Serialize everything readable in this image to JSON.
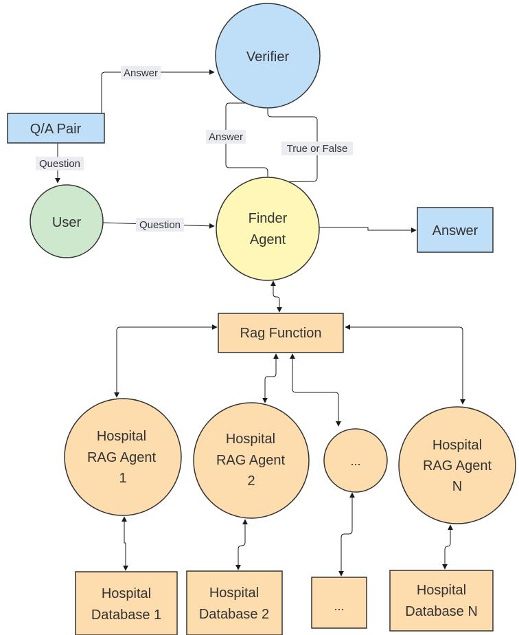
{
  "nodes": {
    "verifier": {
      "label": "Verifier"
    },
    "qa_pair": {
      "label": "Q/A Pair"
    },
    "user": {
      "label": "User"
    },
    "finder_agent": {
      "label": [
        "Finder",
        "Agent"
      ]
    },
    "answer": {
      "label": "Answer"
    },
    "rag_function": {
      "label": "Rag Function"
    },
    "hospital_agent_1": {
      "label": [
        "Hospital",
        "RAG Agent",
        "1"
      ]
    },
    "hospital_agent_2": {
      "label": [
        "Hospital",
        "RAG Agent",
        "2"
      ]
    },
    "ellipsis_agent": {
      "label": "..."
    },
    "hospital_agent_n": {
      "label": [
        "Hospital",
        "RAG Agent",
        "N"
      ]
    },
    "hospital_db_1": {
      "label": [
        "Hospital",
        "Database 1"
      ]
    },
    "hospital_db_2": {
      "label": [
        "Hospital",
        "Database 2"
      ]
    },
    "ellipsis_db": {
      "label": "..."
    },
    "hospital_db_n": {
      "label": [
        "Hospital",
        "Database N"
      ]
    }
  },
  "edge_labels": {
    "qa_to_verifier": "Answer",
    "qa_to_user": "Question",
    "user_to_finder": "Question",
    "finder_to_verifier": "Answer",
    "verifier_to_finder": "True or False"
  },
  "colors": {
    "blue_fill": "#bfdff8",
    "green_fill": "#cde8cd",
    "yellow_fill": "#fff7b8",
    "orange_fill": "#fddcad",
    "stroke": "#333333"
  }
}
